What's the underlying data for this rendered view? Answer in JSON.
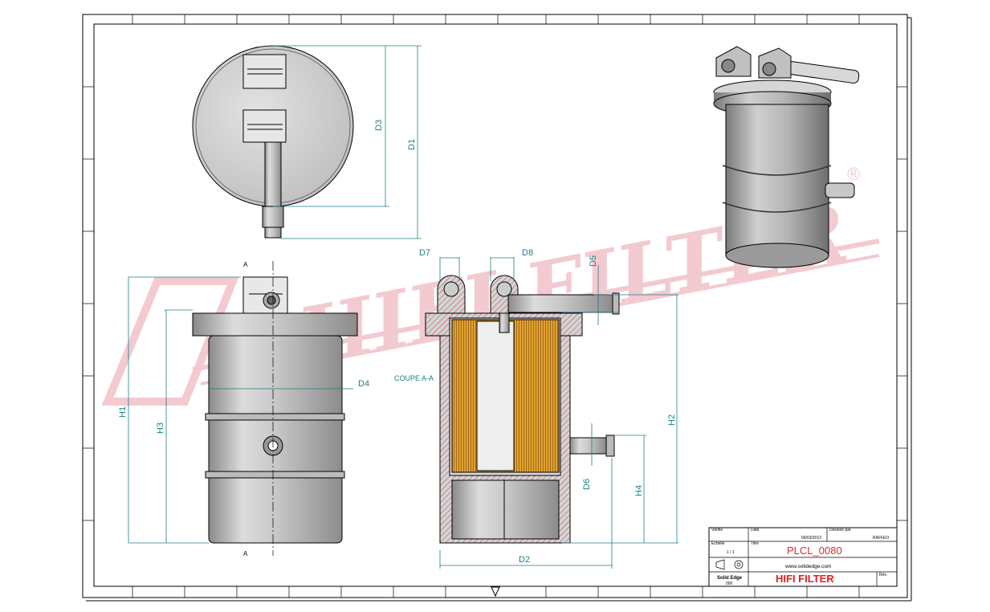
{
  "dimension_labels": {
    "d1": "D1",
    "d2": "D2",
    "d3": "D3",
    "d4": "D4",
    "d5": "D5",
    "d6": "D6",
    "d7": "D7",
    "d8": "D8",
    "h1": "H1",
    "h2": "H2",
    "h3": "H3",
    "h4": "H4"
  },
  "section": {
    "label": "COUPE A-A",
    "marker_top": "A",
    "marker_bottom": "A"
  },
  "watermark": {
    "text": "HIFI FILTER",
    "registered": "®",
    "color": "#e8a0a8"
  },
  "title_block": {
    "date": "09/03/2012",
    "drawn_by": "RAFFEO",
    "scale": "1 / 1",
    "part_number": "PLCL_0080",
    "website": "www.solidedge.com",
    "software": "Solid Edge",
    "software_sub": "000",
    "company": "HIFI FILTER",
    "part_color": "#d03030",
    "company_color": "#e02020",
    "field_labels": {
      "verified": "Vérifié",
      "date_label": "Date",
      "drawn_label": "Dessiné par",
      "scale_label": "Échelle",
      "title_label": "Titre",
      "rev_label": "Rév."
    }
  },
  "colors": {
    "dimension": "#1b7f86",
    "filter_element": "#e0a030",
    "hatch": "#c04040",
    "body_gray": "#c8c8c8"
  }
}
